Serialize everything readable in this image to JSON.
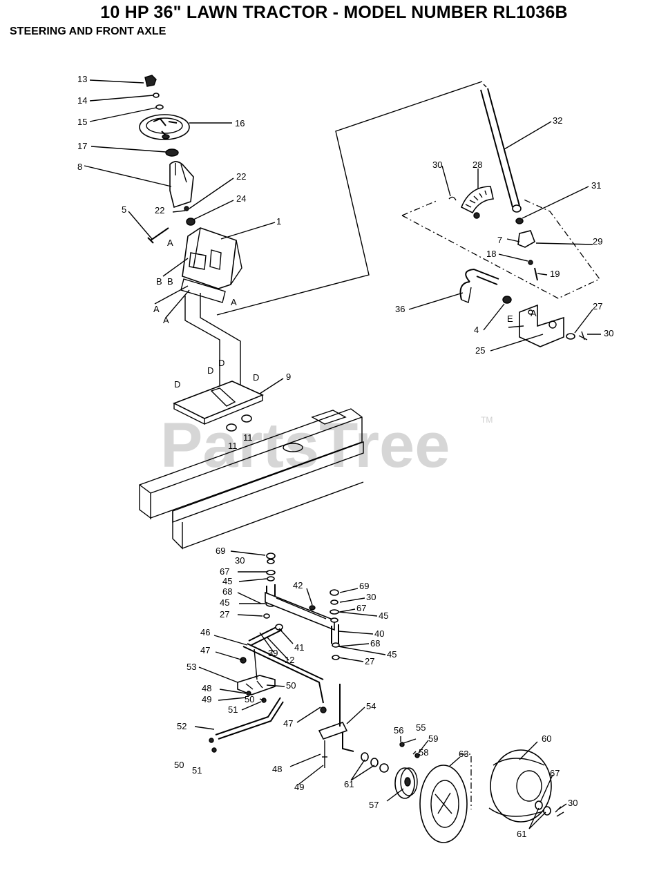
{
  "title": "10 HP 36\" LAWN TRACTOR - MODEL NUMBER RL1036B",
  "subtitle": "STEERING AND FRONT AXLE",
  "watermark": {
    "text": "PartsTree",
    "trademark": "TM"
  },
  "callouts": {
    "c13": "13",
    "c14": "14",
    "c15": "15",
    "c16": "16",
    "c17": "17",
    "c8": "8",
    "c22a": "22",
    "c22b": "22",
    "c24": "24",
    "c5": "5",
    "c1": "1",
    "cA1": "A",
    "cB1": "B",
    "cB2": "B",
    "cA2": "A",
    "cA3": "A",
    "cA4": "A",
    "cD1": "D",
    "cD2": "D",
    "cD3": "D",
    "cD4": "D",
    "c9": "9",
    "c11a": "11",
    "c11b": "11",
    "c32": "32",
    "c30a": "30",
    "c28": "28",
    "c31": "31",
    "c7": "7",
    "c29": "29",
    "c18": "18",
    "c19": "19",
    "c36": "36",
    "c4": "4",
    "cE": "E",
    "cA5": "A",
    "c27a": "27",
    "c30b": "30",
    "c25": "25",
    "c69a": "69",
    "c30c": "30",
    "c67a": "67",
    "c45a": "45",
    "c68a": "68",
    "c45b": "45",
    "c27b": "27",
    "c42": "42",
    "c69b": "69",
    "c30d": "30",
    "c67b": "67",
    "c45c": "45",
    "c40": "40",
    "c68b": "68",
    "c45d": "45",
    "c27c": "27",
    "c46": "46",
    "c39": "39",
    "c41": "41",
    "c12": "12",
    "c47a": "47",
    "c53": "53",
    "c48a": "48",
    "c50a": "50",
    "c49a": "49",
    "c50b": "50",
    "c51a": "51",
    "c47b": "47",
    "c54": "54",
    "c52": "52",
    "c50c": "50",
    "c51b": "51",
    "c48b": "48",
    "c49b": "49",
    "c56": "56",
    "c55": "55",
    "c59": "59",
    "c58": "58",
    "c61a": "61",
    "c63": "63",
    "c60": "60",
    "c57": "57",
    "c67c": "67",
    "c30e": "30",
    "c61b": "61"
  }
}
